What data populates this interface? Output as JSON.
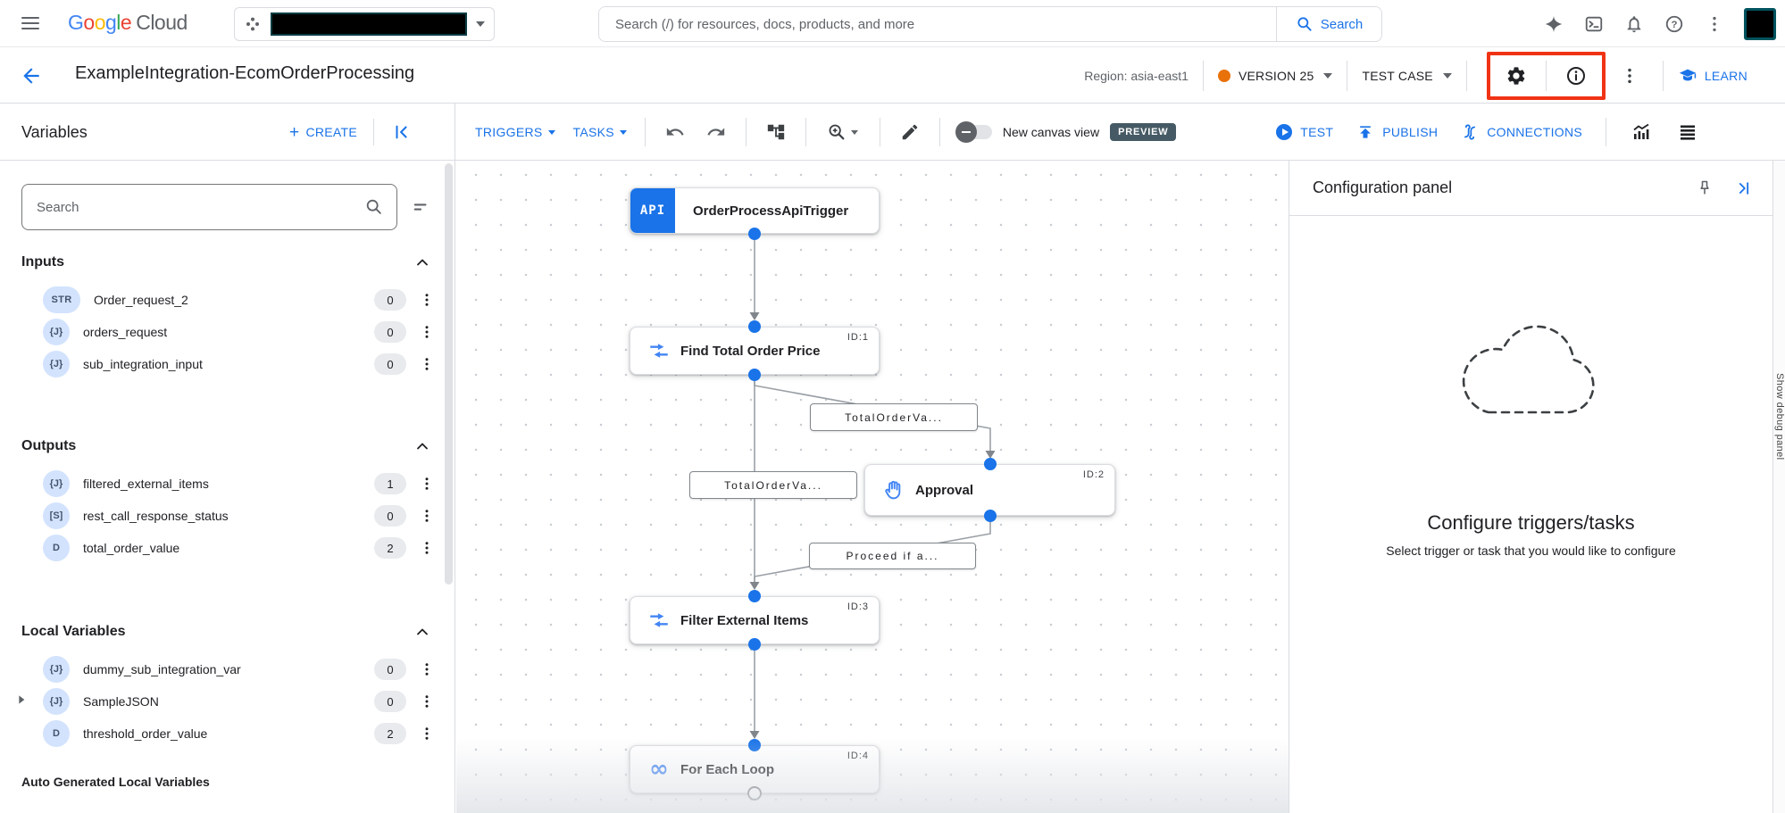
{
  "topbar": {
    "logo_google": "Google",
    "logo_cloud": "Cloud",
    "search_placeholder": "Search (/) for resources, docs, products, and more",
    "search_button_label": "Search"
  },
  "header": {
    "title": "ExampleIntegration-EcomOrderProcessing",
    "region_label": "Region: asia-east1",
    "version_label": "VERSION 25",
    "test_case_label": "TEST CASE",
    "learn_label": "LEARN"
  },
  "toolbar": {
    "variables_title": "Variables",
    "create_label": "CREATE",
    "triggers_label": "TRIGGERS",
    "tasks_label": "TASKS",
    "canvas_view_label": "New canvas view",
    "preview_badge": "PREVIEW",
    "test_label": "TEST",
    "publish_label": "PUBLISH",
    "connections_label": "CONNECTIONS"
  },
  "sidebar": {
    "search_placeholder": "Search",
    "sections": [
      {
        "title": "Inputs",
        "items": [
          {
            "type": "STR",
            "name": "Order_request_2",
            "count": "0"
          },
          {
            "type": "{J}",
            "name": "orders_request",
            "count": "0"
          },
          {
            "type": "{J}",
            "name": "sub_integration_input",
            "count": "0"
          }
        ]
      },
      {
        "title": "Outputs",
        "items": [
          {
            "type": "{J}",
            "name": "filtered_external_items",
            "count": "1"
          },
          {
            "type": "[S]",
            "name": "rest_call_response_status",
            "count": "0"
          },
          {
            "type": "D",
            "name": "total_order_value",
            "count": "2"
          }
        ]
      },
      {
        "title": "Local Variables",
        "items": [
          {
            "type": "{J}",
            "name": "dummy_sub_integration_var",
            "count": "0"
          },
          {
            "type": "{J}",
            "name": "SampleJSON",
            "count": "0"
          },
          {
            "type": "D",
            "name": "threshold_order_value",
            "count": "2"
          }
        ]
      }
    ],
    "auto_generated_title": "Auto Generated Local Variables"
  },
  "canvas": {
    "nodes": [
      {
        "badge": "API",
        "title": "OrderProcessApiTrigger"
      },
      {
        "id": "ID:1",
        "title": "Find Total Order Price"
      },
      {
        "id": "ID:2",
        "title": "Approval"
      },
      {
        "id": "ID:3",
        "title": "Filter External Items"
      },
      {
        "id": "ID:4",
        "title": "For Each Loop"
      }
    ],
    "edge_labels": [
      {
        "text": "TotalOrderVa..."
      },
      {
        "text": "TotalOrderVa..."
      },
      {
        "text": "Proceed if a..."
      }
    ]
  },
  "config_panel": {
    "title": "Configuration panel",
    "empty_heading": "Configure triggers/tasks",
    "empty_subheading": "Select trigger or task that you would like to configure"
  },
  "debug_panel_label": "Show debug panel",
  "colors": {
    "accent_blue": "#1a73e8",
    "version_dot_orange": "#e8710a",
    "annotation_highlight_red": "#f03314",
    "preview_badge_bg": "#455a64"
  }
}
